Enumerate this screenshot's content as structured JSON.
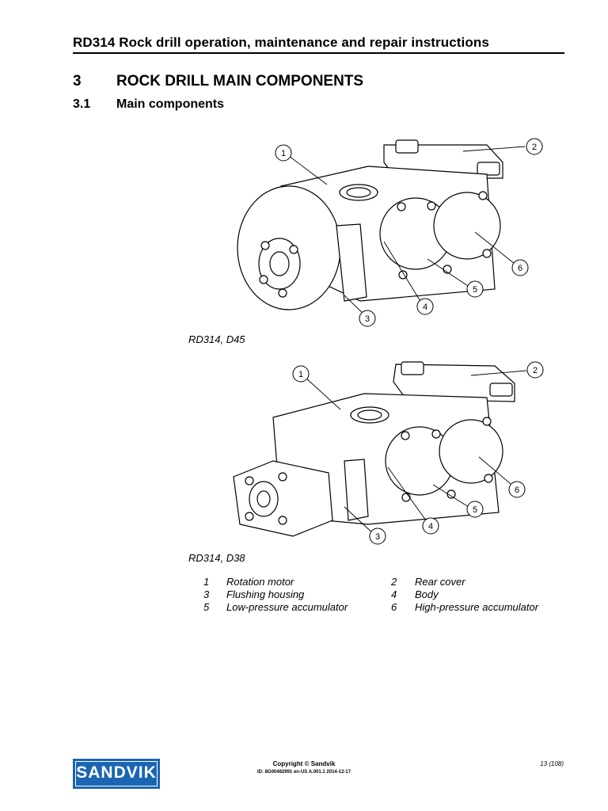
{
  "header": {
    "title": "RD314 Rock drill operation, maintenance and repair instructions"
  },
  "section": {
    "number": "3",
    "title": "ROCK DRILL MAIN COMPONENTS"
  },
  "subsection": {
    "number": "3.1",
    "title": "Main components"
  },
  "figures": [
    {
      "caption": "RD314, D45",
      "callouts": [
        "1",
        "2",
        "3",
        "4",
        "5",
        "6"
      ]
    },
    {
      "caption": "RD314, D38",
      "callouts": [
        "1",
        "2",
        "3",
        "4",
        "5",
        "6"
      ]
    }
  ],
  "legend": [
    {
      "num": "1",
      "label": "Rotation motor"
    },
    {
      "num": "2",
      "label": "Rear cover"
    },
    {
      "num": "3",
      "label": "Flushing housing"
    },
    {
      "num": "4",
      "label": "Body"
    },
    {
      "num": "5",
      "label": "Low-pressure accumulator"
    },
    {
      "num": "6",
      "label": "High-pressure accumulator"
    }
  ],
  "footer": {
    "copyright": "Copyright © Sandvik",
    "doc_id": "ID: 8G00482991 en-US A.001.1 2014-12-17",
    "page": "13 (108)",
    "logo_text": "SANDVIK",
    "logo_color": "#1a66b3"
  }
}
